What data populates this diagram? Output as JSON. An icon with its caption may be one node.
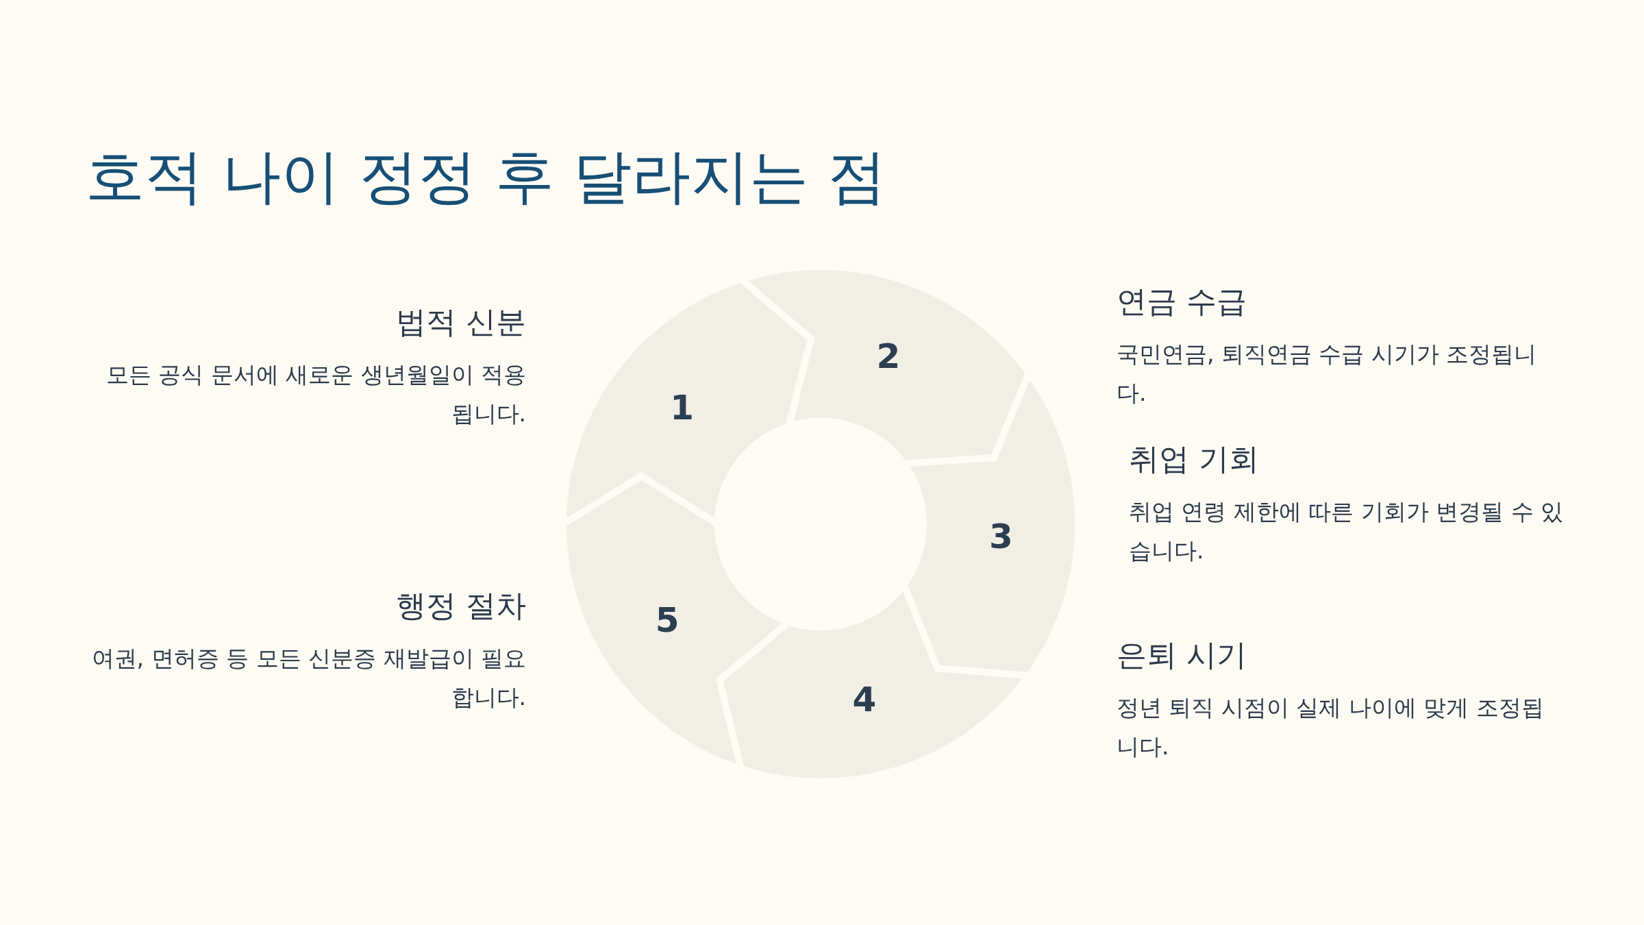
{
  "diagram": {
    "title": "호적 나이 정정 후 달라지는 점",
    "nodes": [
      {
        "text": [
          "1"
        ],
        "beside": [
          "법적 신분",
          "모든 공식 문서에 새로운 생년월일이 적용됩니다."
        ]
      },
      {
        "text": [
          "2"
        ],
        "beside": [
          "연금 수급",
          "국민연금, 퇴직연금 수급 시기가 조정됩니다."
        ]
      },
      {
        "text": [
          "3"
        ],
        "beside": [
          "취업 기회",
          "취업 연령 제한에 따른 기회가 변경될 수 있습니다."
        ]
      },
      {
        "text": [
          "4"
        ],
        "beside": [
          "은퇴 시기",
          "정년 퇴직 시점이 실제 나이에 맞게 조정됩니다."
        ]
      },
      {
        "text": [
          "5"
        ],
        "beside": [
          "행정 절차",
          "여권, 면허증 등 모든 신분증 재발급이 필요합니다."
        ]
      }
    ]
  }
}
